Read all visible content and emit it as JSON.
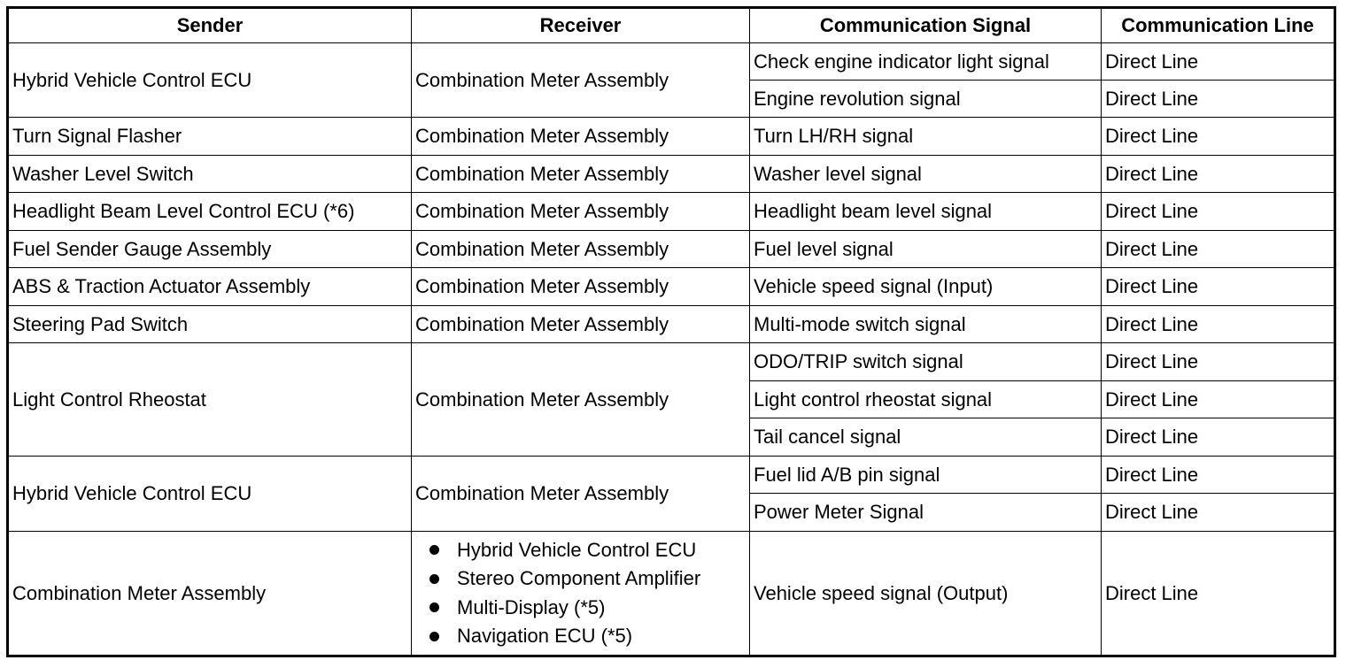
{
  "headers": {
    "sender": "Sender",
    "receiver": "Receiver",
    "signal": "Communication Signal",
    "line": "Communication Line"
  },
  "rows": [
    {
      "sender": "Hybrid Vehicle Control ECU",
      "receiver": "Combination Meter Assembly",
      "signals": [
        {
          "signal": "Check engine indicator light signal",
          "line": "Direct Line"
        },
        {
          "signal": "Engine revolution signal",
          "line": "Direct Line"
        }
      ]
    },
    {
      "sender": "Turn Signal Flasher",
      "receiver": "Combination Meter Assembly",
      "signals": [
        {
          "signal": "Turn LH/RH signal",
          "line": "Direct Line"
        }
      ]
    },
    {
      "sender": "Washer Level Switch",
      "receiver": "Combination Meter Assembly",
      "signals": [
        {
          "signal": "Washer level signal",
          "line": "Direct Line"
        }
      ]
    },
    {
      "sender": "Headlight Beam Level Control ECU (*6)",
      "receiver": "Combination Meter Assembly",
      "signals": [
        {
          "signal": "Headlight beam level signal",
          "line": "Direct Line"
        }
      ]
    },
    {
      "sender": "Fuel Sender Gauge Assembly",
      "receiver": "Combination Meter Assembly",
      "signals": [
        {
          "signal": "Fuel level signal",
          "line": "Direct Line"
        }
      ]
    },
    {
      "sender": "ABS & Traction Actuator Assembly",
      "receiver": "Combination Meter Assembly",
      "signals": [
        {
          "signal": "Vehicle speed signal (Input)",
          "line": "Direct Line"
        }
      ]
    },
    {
      "sender": "Steering Pad Switch",
      "receiver": "Combination Meter Assembly",
      "signals": [
        {
          "signal": "Multi-mode switch signal",
          "line": "Direct Line"
        }
      ]
    },
    {
      "sender": "Light Control Rheostat",
      "receiver": "Combination Meter Assembly",
      "signals": [
        {
          "signal": "ODO/TRIP switch signal",
          "line": "Direct Line"
        },
        {
          "signal": "Light control rheostat signal",
          "line": "Direct Line"
        },
        {
          "signal": "Tail cancel signal",
          "line": "Direct Line"
        }
      ]
    },
    {
      "sender": "Hybrid Vehicle Control ECU",
      "receiver": "Combination Meter Assembly",
      "signals": [
        {
          "signal": "Fuel lid A/B pin signal",
          "line": "Direct Line"
        },
        {
          "signal": "Power Meter Signal",
          "line": "Direct Line"
        }
      ]
    },
    {
      "sender": "Combination Meter Assembly",
      "receivers": [
        "Hybrid Vehicle Control ECU",
        "Stereo Component Amplifier",
        "Multi-Display (*5)",
        "Navigation ECU (*5)"
      ],
      "signals": [
        {
          "signal": "Vehicle speed signal (Output)",
          "line": "Direct Line"
        }
      ]
    }
  ]
}
